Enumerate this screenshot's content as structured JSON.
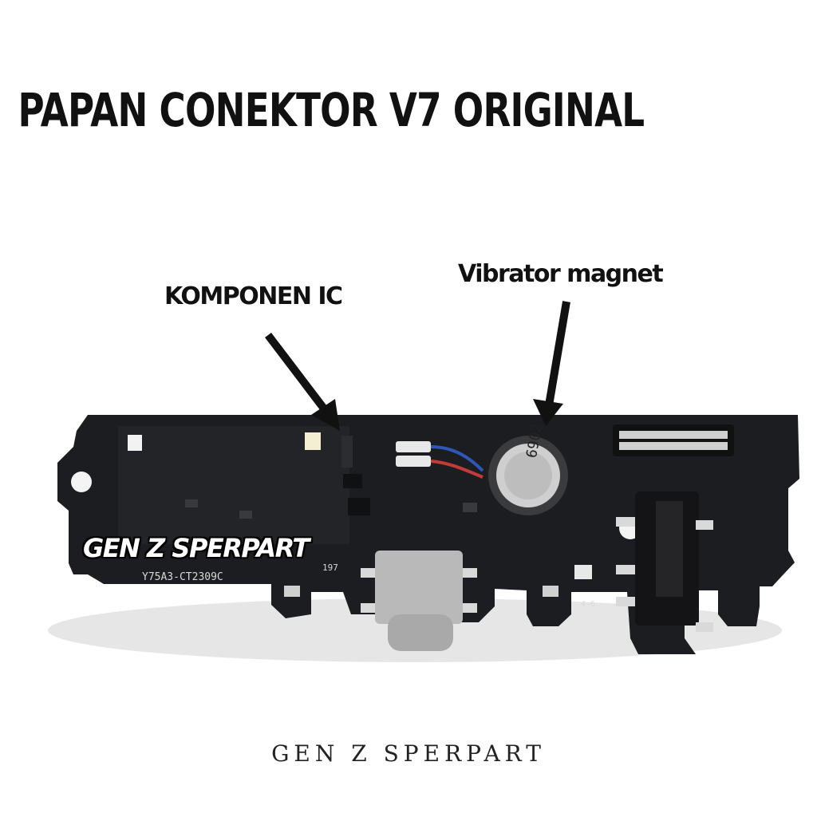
{
  "title": "PAPAN CONEKTOR  V7 ORIGINAL",
  "labels": {
    "ic": "KOMPONEN IC",
    "vibrator": "Vibrator magnet"
  },
  "watermark": "GEN Z SPERPART",
  "footer": "GEN Z SPERPART",
  "board_markings": {
    "model": "Y75A3-CT2309C",
    "code": "197",
    "side": "4-6",
    "motor": "6902"
  },
  "colors": {
    "background": "#ffffff",
    "board": "#1c1d20",
    "text": "#111111"
  }
}
